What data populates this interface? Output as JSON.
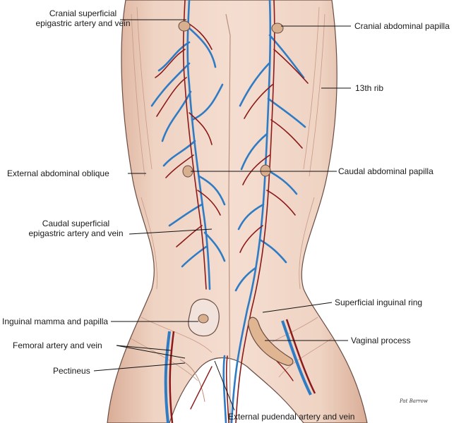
{
  "labels": {
    "cranial_epigastric_1": "Cranial superficial",
    "cranial_epigastric_2": "epigastric artery and vein",
    "cranial_papilla": "Cranial abdominal papilla",
    "rib13": "13th rib",
    "ext_oblique": "External abdominal oblique",
    "caudal_papilla": "Caudal abdominal papilla",
    "caudal_epigastric_1": "Caudal superficial",
    "caudal_epigastric_2": "epigastric artery and vein",
    "inguinal_ring": "Superficial inguinal ring",
    "inguinal_mamma": "Inguinal mamma and papilla",
    "vaginal_process": "Vaginal process",
    "femoral": "Femoral artery and vein",
    "pectineus": "Pectineus",
    "ext_pudendal": "External pudendal artery and vein"
  },
  "signature": "Pat Barrow",
  "colors": {
    "skin": "#efd2c2",
    "skin_shadow": "#d7ab95",
    "artery": "#8b1a1a",
    "vein": "#2f7bc4",
    "papilla": "#d9b08f",
    "outline": "#5a4038"
  }
}
